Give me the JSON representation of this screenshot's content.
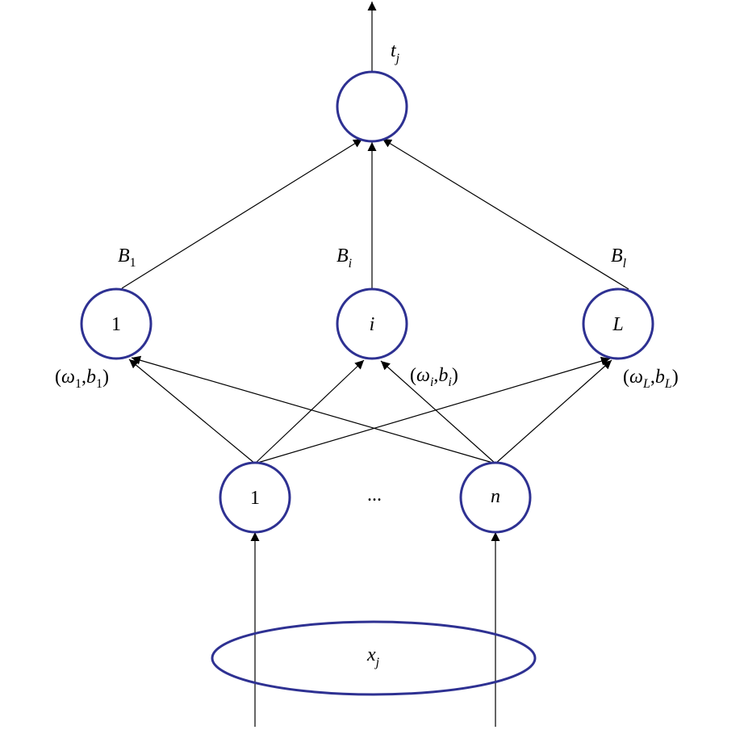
{
  "diagram": {
    "output_node": {
      "label": "",
      "output_var": "t",
      "output_sub": "j"
    },
    "hidden_nodes": [
      {
        "label": "1",
        "weight_var": "B",
        "weight_sub": "1",
        "param_omega": "ω",
        "param_omega_sub": "1",
        "param_b": "b",
        "param_b_sub": "1"
      },
      {
        "label": "i",
        "weight_var": "B",
        "weight_sub": "i",
        "param_omega": "ω",
        "param_omega_sub": "i",
        "param_b": "b",
        "param_b_sub": "i"
      },
      {
        "label": "L",
        "weight_var": "B",
        "weight_sub": "l",
        "param_omega": "ω",
        "param_omega_sub": "L",
        "param_b": "b",
        "param_b_sub": "L"
      }
    ],
    "input_nodes": [
      {
        "label": "1"
      },
      {
        "label": "n"
      }
    ],
    "ellipsis": "...",
    "input_data": {
      "var": "x",
      "sub": "j"
    },
    "colors": {
      "node_stroke": "#2e3192",
      "edge": "#000000"
    }
  }
}
